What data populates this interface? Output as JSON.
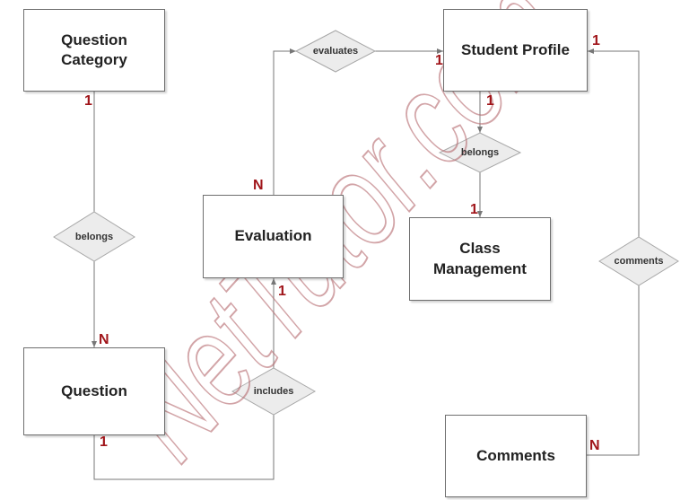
{
  "entities": {
    "question_category": "Question\nCategory",
    "student_profile": "Student Profile",
    "evaluation": "Evaluation",
    "class_management": "Class\nManagement",
    "question": "Question",
    "comments": "Comments"
  },
  "relationships": {
    "evaluates": "evaluates",
    "belongs_top": "belongs",
    "belongs_left": "belongs",
    "comments": "comments",
    "includes": "includes"
  },
  "cardinalities": {
    "qc_one": "1",
    "question_n": "N",
    "eval_n": "N",
    "sp_left_one": "1",
    "sp_right_one": "1",
    "sp_bottom_one": "1",
    "cm_one": "1",
    "eval_bottom_one": "1",
    "question_one": "1",
    "comments_n": "N"
  },
  "watermark": "NetTutor.com",
  "colors": {
    "cardinality": "#a0151a",
    "line": "#777777",
    "border": "#6f6f6f"
  }
}
